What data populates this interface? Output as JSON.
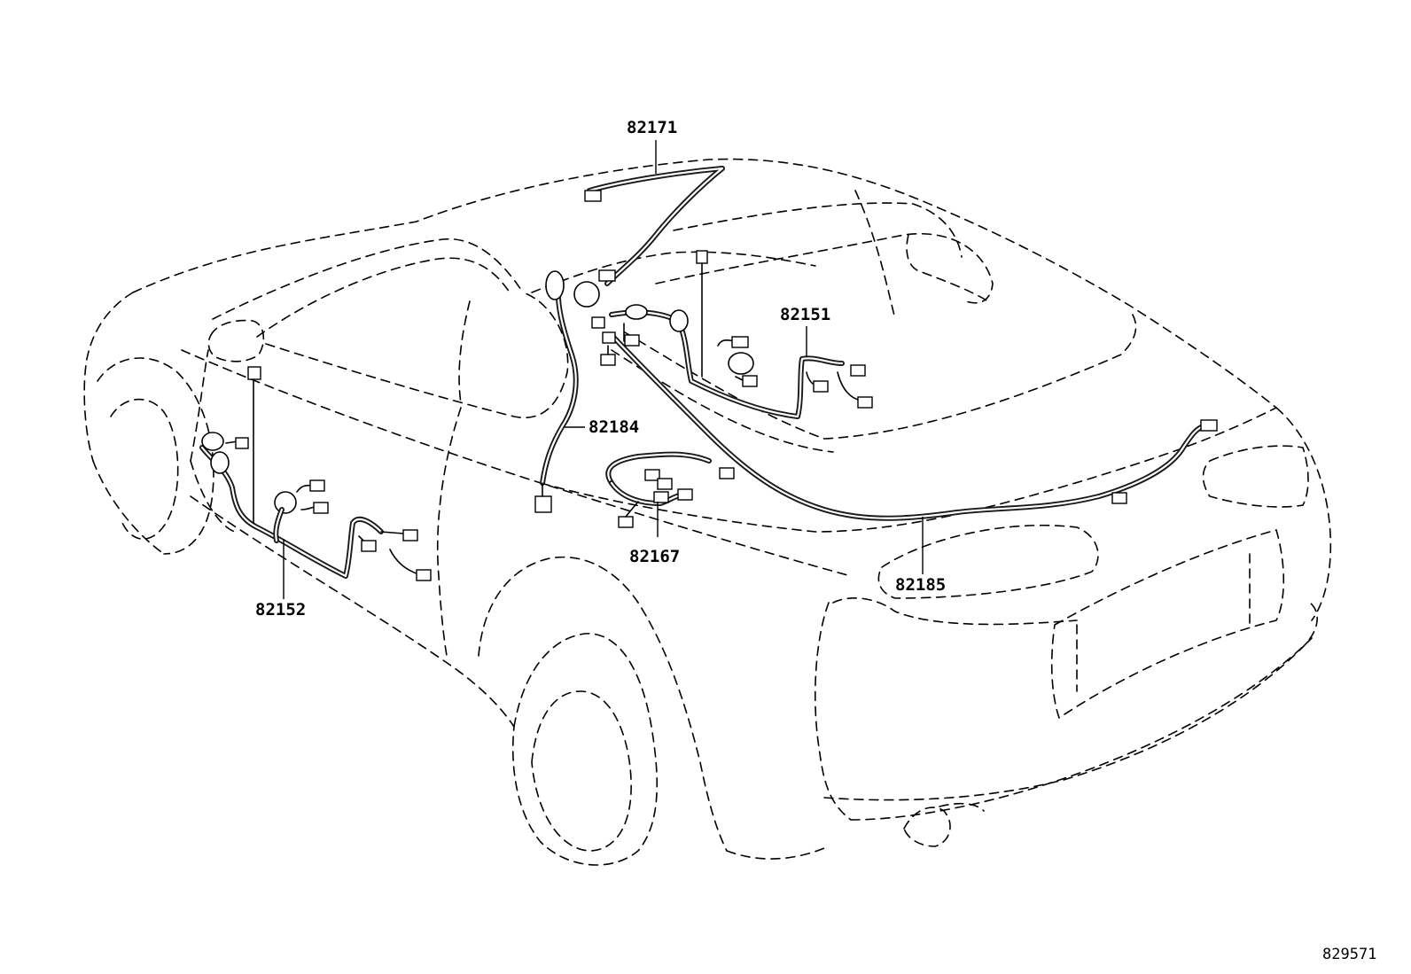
{
  "diagram": {
    "part_labels": {
      "p82171": "82171",
      "p82151": "82151",
      "p82184": "82184",
      "p82167": "82167",
      "p82152": "82152",
      "p82185": "82185"
    },
    "illustration_code": "829571"
  }
}
